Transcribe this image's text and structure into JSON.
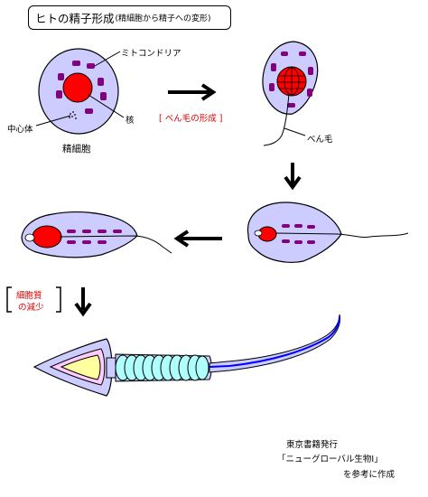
{
  "title": {
    "main": "ヒトの精子形成",
    "sub": "(精細胞から精子への変形)"
  },
  "labels": {
    "mitochondria": "ミトコンドリア",
    "nucleus": "核",
    "centriole": "中心体",
    "spermatid": "精細胞",
    "flagellum_formation": "[ べん毛の形成 ]",
    "flagellum": "べん毛",
    "cytoplasm_line1": "細胞質",
    "cytoplasm_line2": "の減少"
  },
  "credit": {
    "line1": "東京書籍発行",
    "line2": "「ニューグローバル生物Ⅰ」",
    "line3": "を参考に作成"
  },
  "colors": {
    "cell": "#ccccff",
    "nucleus": "#ff0000",
    "mitochondria": "#800080",
    "acrosome": "#ffffa0",
    "acrosome_outer": "#ffccff",
    "midpiece": "#b0ffff",
    "tail": "#0000ff",
    "annotation": "#e00000"
  }
}
